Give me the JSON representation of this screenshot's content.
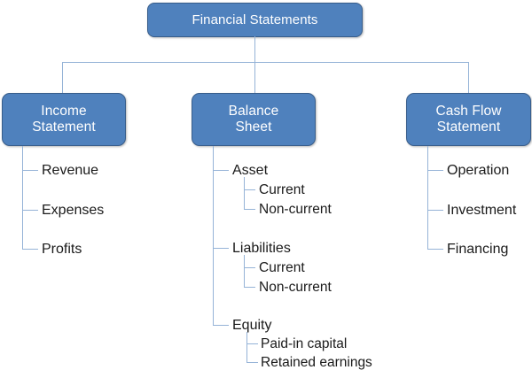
{
  "diagram": {
    "title": "Financial Statements",
    "root": {
      "label": "Financial Statements"
    },
    "branches": [
      {
        "key": "income",
        "label": "Income\nStatement",
        "items": [
          {
            "label": "Revenue"
          },
          {
            "label": "Expenses"
          },
          {
            "label": "Profits"
          }
        ]
      },
      {
        "key": "balance",
        "label": "Balance\nSheet",
        "items": [
          {
            "label": "Asset",
            "children": [
              {
                "label": "Current"
              },
              {
                "label": "Non-current"
              }
            ]
          },
          {
            "label": "Liabilities",
            "children": [
              {
                "label": "Current"
              },
              {
                "label": "Non-current"
              }
            ]
          },
          {
            "label": "Equity",
            "children": [
              {
                "label": "Paid-in capital"
              },
              {
                "label": "Retained earnings"
              }
            ]
          }
        ]
      },
      {
        "key": "cashflow",
        "label": "Cash Flow\nStatement",
        "items": [
          {
            "label": "Operation"
          },
          {
            "label": "Investment"
          },
          {
            "label": "Financing"
          }
        ]
      }
    ],
    "colors": {
      "box_fill": "#4F81BD",
      "box_border": "#385D8A",
      "box_text": "#FFFFFF",
      "connector": "#95B3D7",
      "leaf_text": "#1A1A1A",
      "background": "#FFFFFF"
    }
  }
}
